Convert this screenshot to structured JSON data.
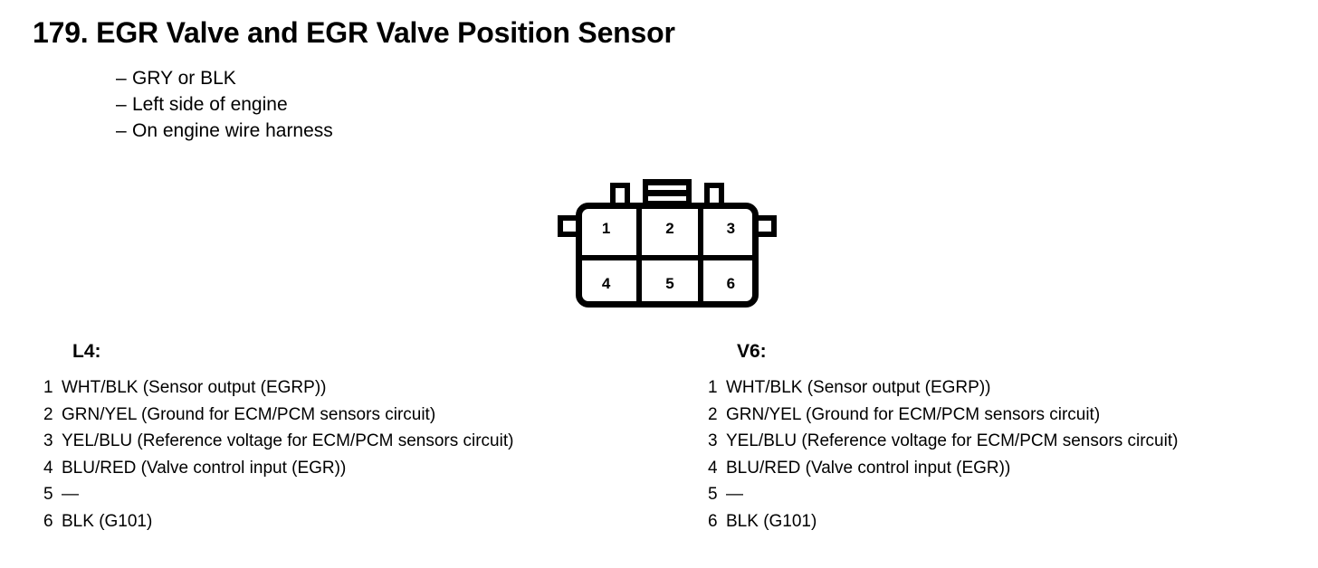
{
  "page": {
    "title": "179. EGR Valve and EGR Valve Position Sensor",
    "bullets": [
      {
        "dash": "–",
        "text": "GRY or BLK"
      },
      {
        "dash": "–",
        "text": "Left side of engine"
      },
      {
        "dash": "–",
        "text": "On engine wire harness"
      }
    ]
  },
  "connector": {
    "pin_count": 6,
    "rows": 2,
    "columns": 3,
    "cells": [
      {
        "number": "1"
      },
      {
        "number": "2"
      },
      {
        "number": "3"
      },
      {
        "number": "4"
      },
      {
        "number": "5"
      },
      {
        "number": "6"
      }
    ]
  },
  "columns": [
    {
      "heading": "L4:",
      "pins": [
        {
          "num": "1",
          "text": "WHT/BLK (Sensor output (EGRP))"
        },
        {
          "num": "2",
          "text": "GRN/YEL (Ground for ECM/PCM sensors circuit)"
        },
        {
          "num": "3",
          "text": "YEL/BLU (Reference voltage for ECM/PCM sensors circuit)"
        },
        {
          "num": "4",
          "text": "BLU/RED (Valve control input (EGR))"
        },
        {
          "num": "5",
          "text": "—"
        },
        {
          "num": "6",
          "text": "BLK (G101)"
        }
      ]
    },
    {
      "heading": "V6:",
      "pins": [
        {
          "num": "1",
          "text": "WHT/BLK (Sensor output (EGRP))"
        },
        {
          "num": "2",
          "text": "GRN/YEL (Ground for ECM/PCM sensors circuit)"
        },
        {
          "num": "3",
          "text": "YEL/BLU (Reference voltage for ECM/PCM sensors circuit)"
        },
        {
          "num": "4",
          "text": "BLU/RED (Valve control input (EGR))"
        },
        {
          "num": "5",
          "text": "—"
        },
        {
          "num": "6",
          "text": "BLK (G101)"
        }
      ]
    }
  ],
  "colors": {
    "ink": "#000000",
    "paper": "#ffffff"
  }
}
